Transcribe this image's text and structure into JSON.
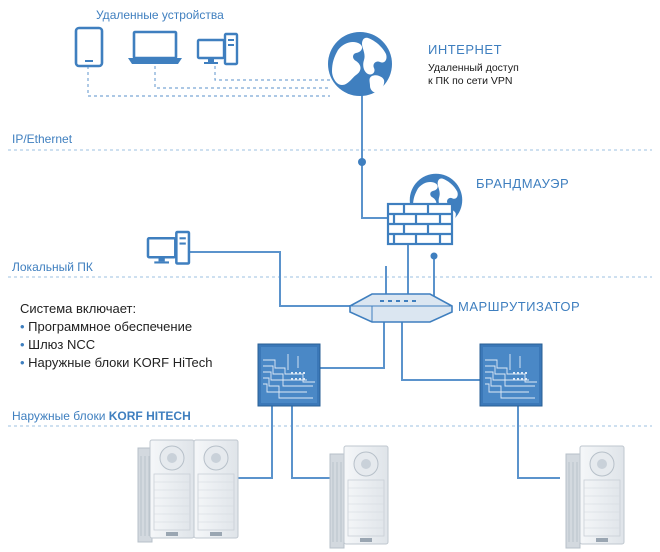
{
  "remote_devices_label": "Удаленные устройства",
  "internet": {
    "title": "ИНТЕРНЕТ",
    "sub_line1": "Удаленный доступ",
    "sub_line2": "к ПК по сети VPN"
  },
  "ip_ethernet_label": "IP/Ethernet",
  "firewall_label": "БРАНДМАУЭР",
  "local_pc_label": "Локальный ПК",
  "router_label": "МАРШРУТИЗАТОР",
  "system": {
    "heading": "Система включает:",
    "items": [
      "Программное обеспечение",
      "Шлюз NCC",
      "Наружные блоки KORF HiTech"
    ]
  },
  "outdoor_units_label_prefix": "Наружные блоки ",
  "outdoor_units_label_brand": "KORF HITECH",
  "colors": {
    "accent": "#3f7fbf",
    "line": "#5b93cc",
    "separator": "#9dc0e2",
    "unit_body": "#eef1f4"
  },
  "icons": [
    "tablet-icon",
    "laptop-icon",
    "desktop-pc-icon",
    "globe-icon",
    "firewall-icon",
    "router-icon",
    "controller-icon",
    "outdoor-unit-icon"
  ]
}
